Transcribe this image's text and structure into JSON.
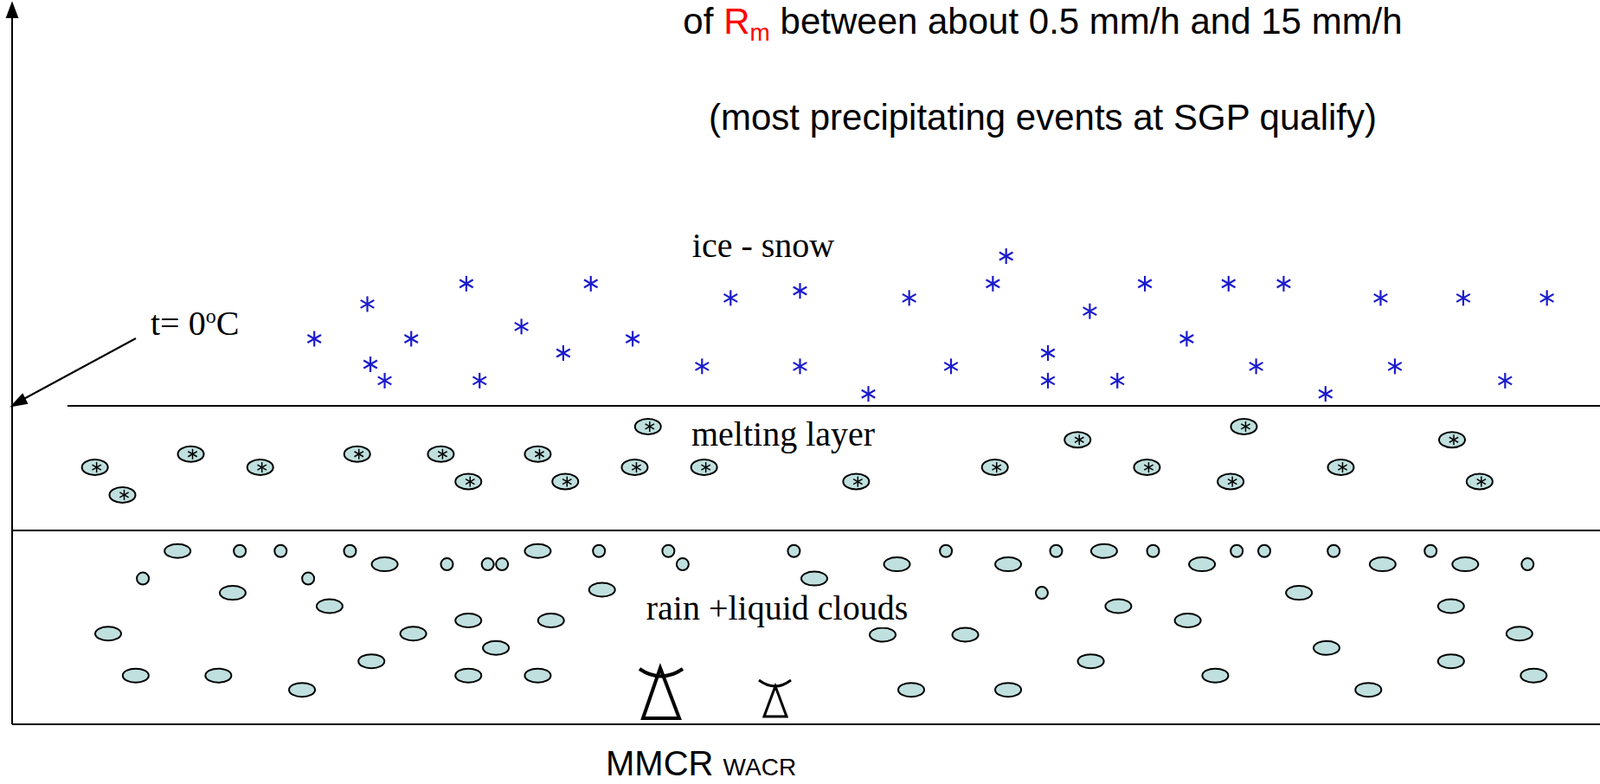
{
  "diagram": {
    "nodes": [
      {
        "text": [
          "ice - snow"
        ]
      },
      {
        "text": [
          "melting layer"
        ]
      },
      {
        "text": [
          "rain +liquid clouds"
        ]
      }
    ],
    "labels": [
      "of",
      "R",
      "m",
      "between about 0.5 mm/h and 15 mm/h",
      "(most precipitating events at SGP qualify)",
      "t= 0",
      "o",
      "C",
      "MMCR",
      "WACR"
    ]
  }
}
